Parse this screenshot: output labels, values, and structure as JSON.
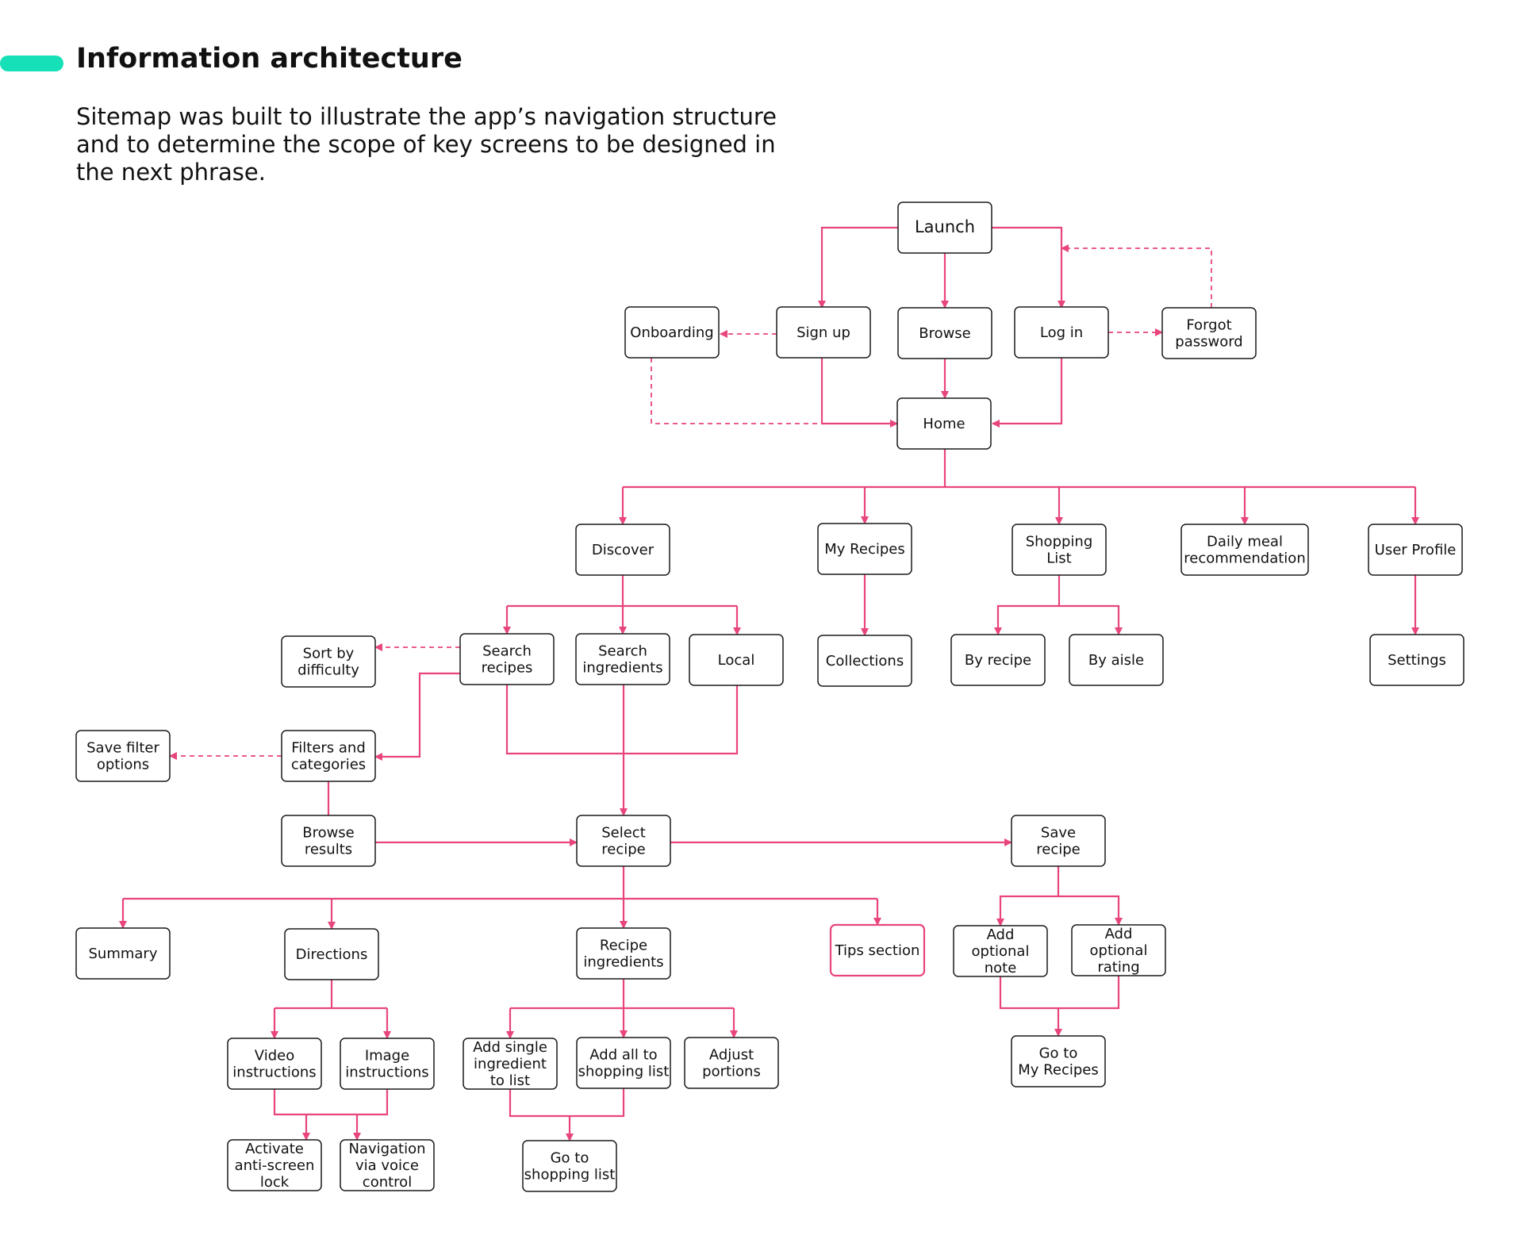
{
  "header": {
    "title": "Information architecture",
    "description": "Sitemap was built to illustrate the app’s navigation structure\nand to determine the scope of key screens to be designed in\nthe next phrase."
  },
  "colors": {
    "accent": "#15e0b8",
    "connector": "#e8457a",
    "node_border": "#1a1a1a",
    "text": "#111111"
  },
  "sitemap": {
    "nodes": [
      {
        "id": "launch",
        "label": "Launch"
      },
      {
        "id": "onboarding",
        "label": "Onboarding"
      },
      {
        "id": "sign-up",
        "label": "Sign up"
      },
      {
        "id": "browse",
        "label": "Browse"
      },
      {
        "id": "log-in",
        "label": "Log in"
      },
      {
        "id": "forgot-password",
        "label": "Forgot\npassword"
      },
      {
        "id": "home",
        "label": "Home"
      },
      {
        "id": "discover",
        "label": "Discover"
      },
      {
        "id": "my-recipes",
        "label": "My Recipes"
      },
      {
        "id": "shopping-list",
        "label": "Shopping\nList"
      },
      {
        "id": "daily-meal",
        "label": "Daily meal\nrecommendation"
      },
      {
        "id": "user-profile",
        "label": "User Profile"
      },
      {
        "id": "sort-by-difficulty",
        "label": "Sort by\ndifficulty"
      },
      {
        "id": "search-recipes",
        "label": "Search\nrecipes"
      },
      {
        "id": "search-ingredients",
        "label": "Search\ningredients"
      },
      {
        "id": "local",
        "label": "Local"
      },
      {
        "id": "collections",
        "label": "Collections"
      },
      {
        "id": "by-recipe",
        "label": "By recipe"
      },
      {
        "id": "by-aisle",
        "label": "By aisle"
      },
      {
        "id": "settings",
        "label": "Settings"
      },
      {
        "id": "save-filter-options",
        "label": "Save filter\noptions"
      },
      {
        "id": "filters-categories",
        "label": "Filters and\ncategories"
      },
      {
        "id": "browse-results",
        "label": "Browse\nresults"
      },
      {
        "id": "select-recipe",
        "label": "Select\nrecipe"
      },
      {
        "id": "save-recipe",
        "label": "Save\nrecipe"
      },
      {
        "id": "summary",
        "label": "Summary"
      },
      {
        "id": "directions",
        "label": "Directions"
      },
      {
        "id": "recipe-ingredients",
        "label": "Recipe\ningredients"
      },
      {
        "id": "tips-section",
        "label": "Tips section"
      },
      {
        "id": "add-optional-note",
        "label": "Add\noptional\nnote"
      },
      {
        "id": "add-optional-rating",
        "label": "Add\noptional\nrating"
      },
      {
        "id": "video-instructions",
        "label": "Video\ninstructions"
      },
      {
        "id": "image-instructions",
        "label": "Image\ninstructions"
      },
      {
        "id": "add-single-ingredient",
        "label": "Add single\ningredient\nto list"
      },
      {
        "id": "add-all-to-list",
        "label": "Add all to\nshopping list"
      },
      {
        "id": "adjust-portions",
        "label": "Adjust\nportions"
      },
      {
        "id": "go-to-my-recipes",
        "label": "Go to\nMy Recipes"
      },
      {
        "id": "activate-anti-screen-lock",
        "label": "Activate\nanti-screen\nlock"
      },
      {
        "id": "navigation-voice-control",
        "label": "Navigation\nvia voice\ncontrol"
      },
      {
        "id": "go-to-shopping-list",
        "label": "Go to\nshopping list"
      }
    ]
  }
}
